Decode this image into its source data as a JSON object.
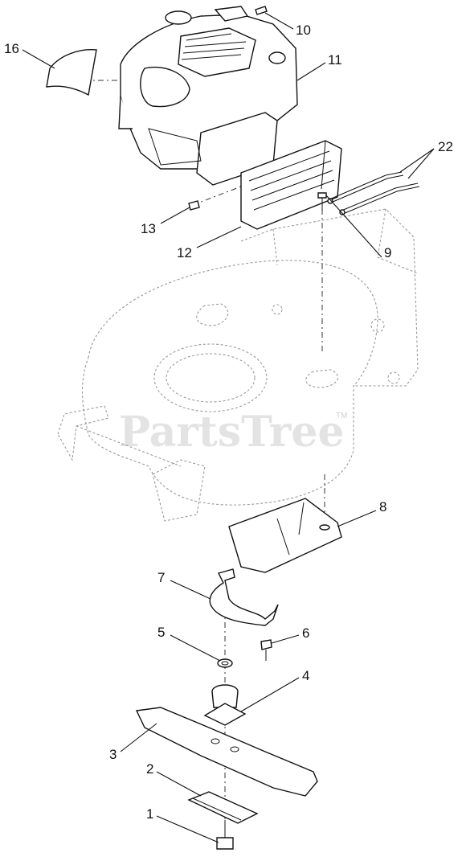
{
  "watermark": {
    "text": "PartsTree",
    "trademark": "TM"
  },
  "callouts": [
    {
      "id": "c16",
      "label": "16"
    },
    {
      "id": "c10",
      "label": "10"
    },
    {
      "id": "c11",
      "label": "11"
    },
    {
      "id": "c22",
      "label": "22"
    },
    {
      "id": "c13",
      "label": "13"
    },
    {
      "id": "c12",
      "label": "12"
    },
    {
      "id": "c9",
      "label": "9"
    },
    {
      "id": "c8",
      "label": "8"
    },
    {
      "id": "c7",
      "label": "7"
    },
    {
      "id": "c5",
      "label": "5"
    },
    {
      "id": "c6",
      "label": "6"
    },
    {
      "id": "c4",
      "label": "4"
    },
    {
      "id": "c3",
      "label": "3"
    },
    {
      "id": "c2",
      "label": "2"
    },
    {
      "id": "c1",
      "label": "1"
    }
  ]
}
